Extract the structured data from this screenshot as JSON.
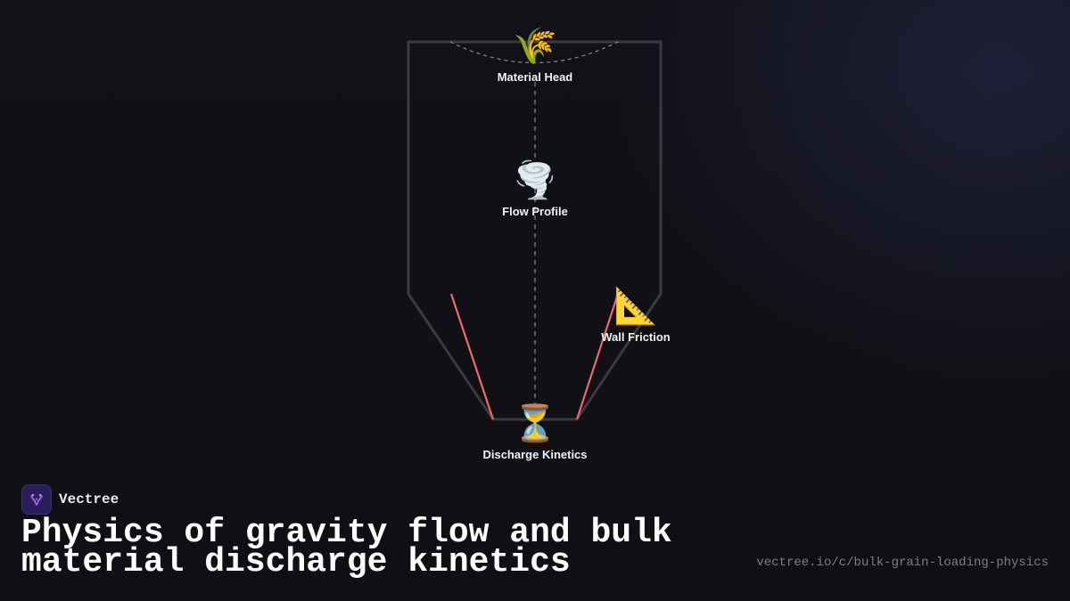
{
  "diagram": {
    "nodes": [
      {
        "id": "material-head",
        "icon": "sheaf-of-rice-icon",
        "glyph": "🌾",
        "label": "Material Head"
      },
      {
        "id": "flow-profile",
        "icon": "tornado-icon",
        "glyph": "🌪️",
        "label": "Flow Profile"
      },
      {
        "id": "wall-friction",
        "icon": "triangular-ruler-icon",
        "glyph": "📐",
        "label": "Wall Friction"
      },
      {
        "id": "discharge-kinetics",
        "icon": "hourglass-icon",
        "glyph": "⏳",
        "label": "Discharge Kinetics"
      }
    ],
    "colors": {
      "hopper_outline": "#3a3a40",
      "flow_lines": "#e86a6a",
      "dashed_guides": "#8a8a92"
    }
  },
  "brand": {
    "name": "Vectree",
    "logo_icon": "vectree-logo-icon"
  },
  "title": "Physics of gravity flow and bulk material discharge kinetics",
  "url": "vectree.io/c/bulk-grain-loading-physics"
}
